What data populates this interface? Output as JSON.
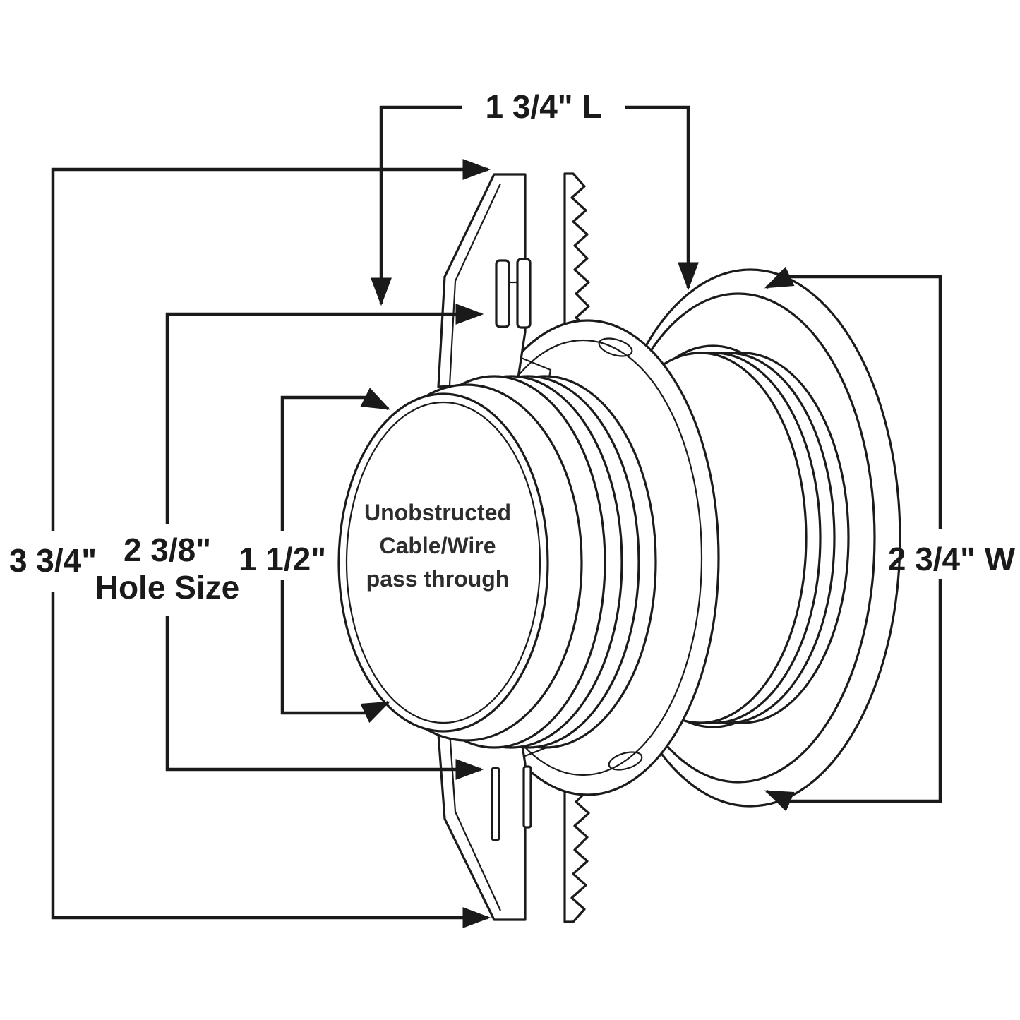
{
  "diagram": {
    "background": "#ffffff",
    "line_color": "#1a1a1a",
    "dimensions": {
      "length_top": "1 3/4\" L",
      "overall_height": "3 3/4\"",
      "hole_size_value": "2 3/8\"",
      "hole_size_caption": "Hole Size",
      "inner_clearance": "1 1/2\"",
      "width_right": "2 3/4\" W"
    },
    "center_label": {
      "line1": "Unobstructed",
      "line2": "Cable/Wire",
      "line3": "pass through"
    }
  }
}
